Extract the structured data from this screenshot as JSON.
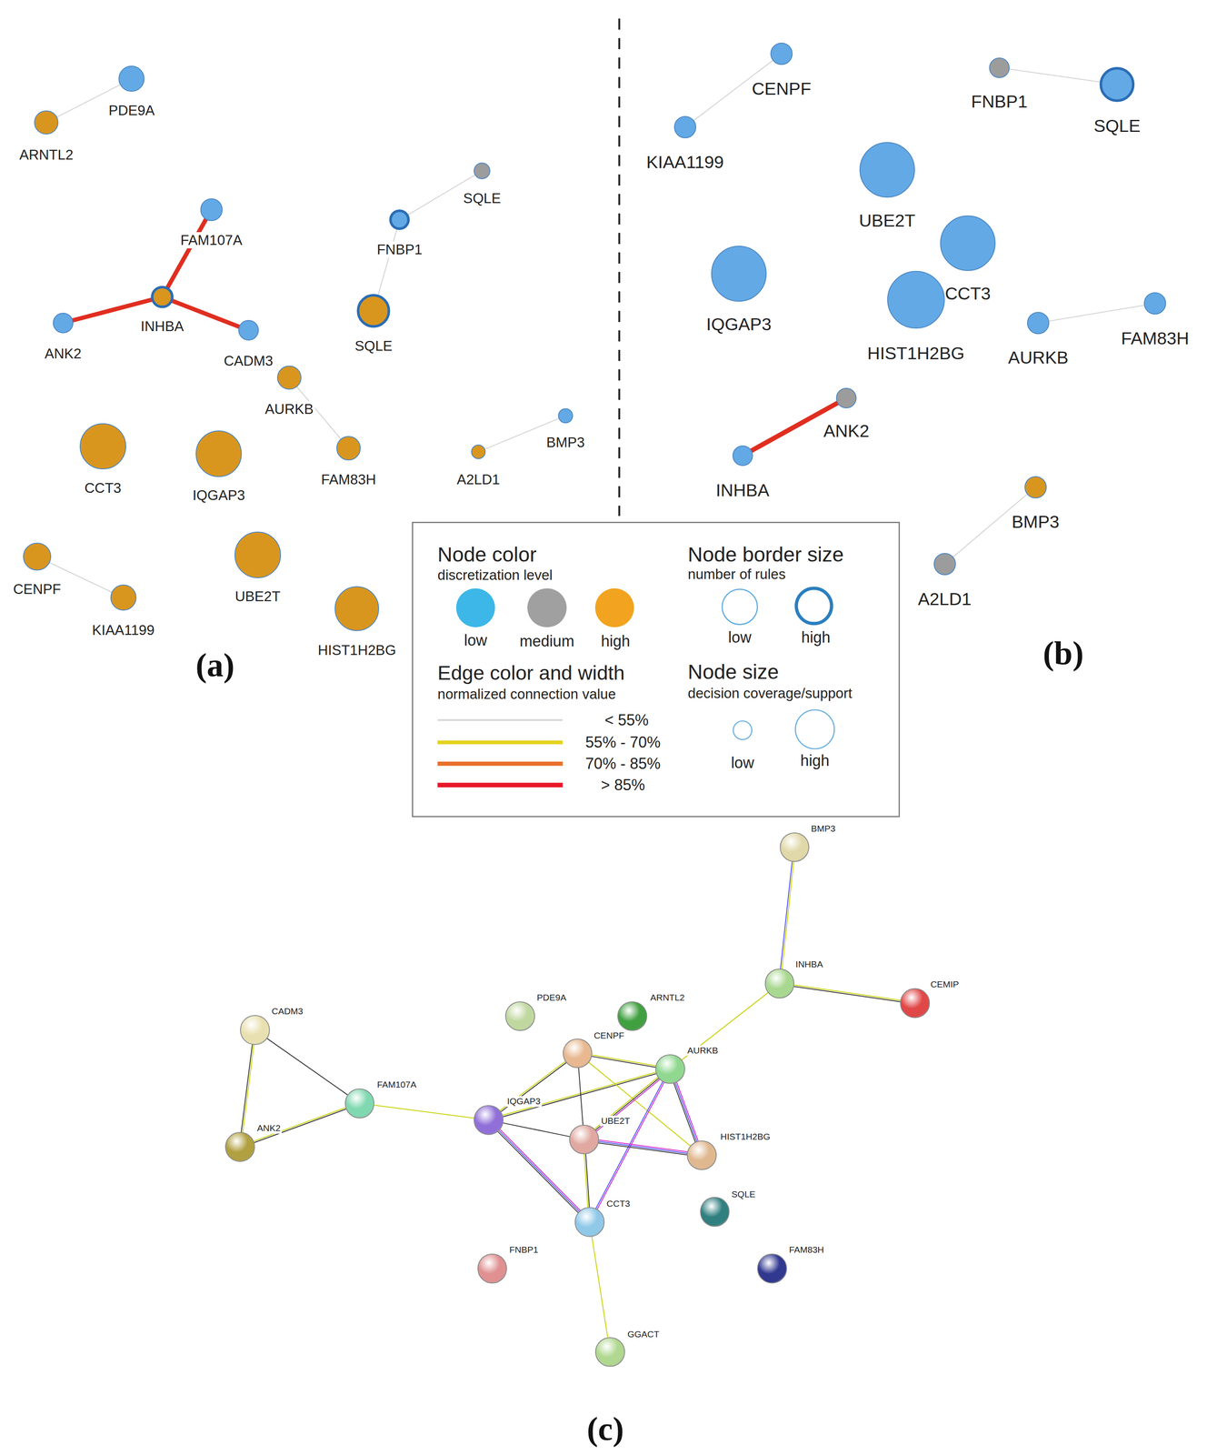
{
  "diagram": {
    "nodes": [
      {
        "text": [
          "PDE9A"
        ]
      },
      {
        "text": [
          "ARNTL2"
        ]
      },
      {
        "text": [
          "SQLE"
        ]
      },
      {
        "text": [
          "FAM107A"
        ]
      },
      {
        "text": [
          "FNBP1"
        ]
      },
      {
        "text": [
          "INHBA"
        ]
      },
      {
        "text": [
          "ANK2"
        ]
      },
      {
        "text": [
          "SQLE"
        ]
      },
      {
        "text": [
          "CADM3"
        ]
      },
      {
        "text": [
          "AURKB"
        ]
      },
      {
        "text": [
          "BMP3"
        ]
      },
      {
        "text": [
          "CCT3"
        ]
      },
      {
        "text": [
          "IQGAP3"
        ]
      },
      {
        "text": [
          "FAM83H"
        ]
      },
      {
        "text": [
          "A2LD1"
        ]
      },
      {
        "text": [
          "CENPF"
        ]
      },
      {
        "text": [
          "UBE2T"
        ]
      },
      {
        "text": [
          "KIAA1199"
        ]
      },
      {
        "text": [
          "HIST1H2BG"
        ]
      },
      {
        "text": [
          "CENPF"
        ]
      },
      {
        "text": [
          "FNBP1"
        ]
      },
      {
        "text": [
          "SQLE"
        ]
      },
      {
        "text": [
          "KIAA1199"
        ]
      },
      {
        "text": [
          "UBE2T"
        ]
      },
      {
        "text": [
          "CCT3"
        ]
      },
      {
        "text": [
          "IQGAP3"
        ]
      },
      {
        "text": [
          "HIST1H2BG"
        ]
      },
      {
        "text": [
          "AURKB"
        ]
      },
      {
        "text": [
          "FAM83H"
        ]
      },
      {
        "text": [
          "ANK2"
        ]
      },
      {
        "text": [
          "INHBA"
        ]
      },
      {
        "text": [
          "BMP3"
        ]
      },
      {
        "text": [
          "A2LD1"
        ]
      },
      {
        "text": [
          "BMP3"
        ]
      },
      {
        "text": [
          "INHBA"
        ]
      },
      {
        "text": [
          "CEMIP"
        ]
      },
      {
        "text": [
          "PDE9A"
        ]
      },
      {
        "text": [
          "ARNTL2"
        ]
      },
      {
        "text": [
          "CADM3"
        ]
      },
      {
        "text": [
          "CENPF"
        ]
      },
      {
        "text": [
          "AURKB"
        ]
      },
      {
        "text": [
          "FAM107A"
        ]
      },
      {
        "text": [
          "IQGAP3"
        ]
      },
      {
        "text": [
          "UBE2T"
        ]
      },
      {
        "text": [
          "HIST1H2BG"
        ]
      },
      {
        "text": [
          "ANK2"
        ]
      },
      {
        "text": [
          "SQLE"
        ]
      },
      {
        "text": [
          "CCT3"
        ]
      },
      {
        "text": [
          "FNBP1"
        ]
      },
      {
        "text": [
          "FAM83H"
        ]
      },
      {
        "text": [
          "GGACT"
        ]
      }
    ],
    "edges": [
      {
        "from": 0,
        "to": 1,
        "arrow": "none"
      },
      {
        "from": 2,
        "to": 4,
        "arrow": "none"
      },
      {
        "from": 4,
        "to": 7,
        "arrow": "none"
      },
      {
        "from": 5,
        "to": 3,
        "arrow": "none"
      },
      {
        "from": 5,
        "to": 6,
        "arrow": "none"
      },
      {
        "from": 5,
        "to": 8,
        "arrow": "none"
      },
      {
        "from": 9,
        "to": 13,
        "arrow": "none"
      },
      {
        "from": 14,
        "to": 10,
        "arrow": "none"
      },
      {
        "from": 15,
        "to": 17,
        "arrow": "none"
      },
      {
        "from": 19,
        "to": 22,
        "arrow": "none"
      },
      {
        "from": 20,
        "to": 21,
        "arrow": "none"
      },
      {
        "from": 27,
        "to": 28,
        "arrow": "none"
      },
      {
        "from": 30,
        "to": 29,
        "arrow": "none"
      },
      {
        "from": 31,
        "to": 32,
        "arrow": "none"
      },
      {
        "from": 33,
        "to": 34,
        "arrow": "none"
      },
      {
        "from": 34,
        "to": 35,
        "arrow": "none"
      },
      {
        "from": 34,
        "to": 40,
        "arrow": "none"
      },
      {
        "from": 38,
        "to": 45,
        "arrow": "none"
      },
      {
        "from": 38,
        "to": 41,
        "arrow": "none"
      },
      {
        "from": 45,
        "to": 41,
        "arrow": "none"
      },
      {
        "from": 41,
        "to": 42,
        "arrow": "none"
      },
      {
        "from": 42,
        "to": 39,
        "arrow": "none"
      },
      {
        "from": 42,
        "to": 40,
        "arrow": "none"
      },
      {
        "from": 42,
        "to": 43,
        "arrow": "none"
      },
      {
        "from": 42,
        "to": 47,
        "arrow": "none"
      },
      {
        "from": 39,
        "to": 40,
        "arrow": "none"
      },
      {
        "from": 39,
        "to": 43,
        "arrow": "none"
      },
      {
        "from": 39,
        "to": 44,
        "arrow": "none"
      },
      {
        "from": 40,
        "to": 43,
        "arrow": "none"
      },
      {
        "from": 40,
        "to": 44,
        "arrow": "none"
      },
      {
        "from": 40,
        "to": 47,
        "arrow": "none"
      },
      {
        "from": 43,
        "to": 44,
        "arrow": "none"
      },
      {
        "from": 43,
        "to": 47,
        "arrow": "none"
      },
      {
        "from": 47,
        "to": 50,
        "arrow": "none"
      }
    ],
    "labels": [
      "(a)",
      "(b)",
      "Node color",
      "discretization level",
      "Node border size",
      "number of rules",
      "Edge color and width",
      "normalized connection value",
      "Node size",
      "decision coverage/support",
      "(c)"
    ],
    "legend": [
      {
        "text": "low",
        "color": "#3db7e8"
      },
      {
        "text": "medium",
        "color": "#a0a0a0"
      },
      {
        "text": "high",
        "color": "#f2a31f"
      },
      {
        "text": "low"
      },
      {
        "text": "high"
      },
      {
        "text": "< 55%"
      },
      {
        "text": "55% - 70%"
      },
      {
        "text": "70% - 85%"
      },
      {
        "text": "> 85%"
      },
      {
        "text": "low"
      },
      {
        "text": "high"
      }
    ]
  }
}
